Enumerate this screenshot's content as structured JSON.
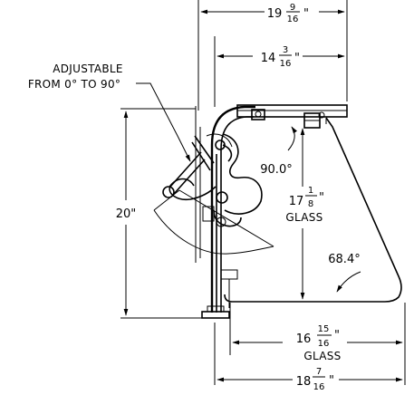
{
  "drawing": {
    "top_overall_width": {
      "whole": "19",
      "num": "9",
      "den": "16",
      "unit": "\""
    },
    "rail_width": {
      "whole": "14",
      "num": "3",
      "den": "16",
      "unit": "\""
    },
    "adjustable_note": {
      "line1": "ADJUSTABLE",
      "line2": "FROM 0° TO 90°"
    },
    "height": "20\"",
    "right_angle": "90.0°",
    "front_glass": {
      "whole": "17",
      "num": "1",
      "den": "8",
      "unit": "\"",
      "label": "GLASS"
    },
    "slant_angle": "68.4°",
    "bottom_glass": {
      "whole": "16",
      "num": "15",
      "den": "16",
      "unit": "\"",
      "label": "GLASS"
    },
    "bottom_overall": {
      "whole": "18",
      "num": "7",
      "den": "16",
      "unit": "\""
    }
  }
}
